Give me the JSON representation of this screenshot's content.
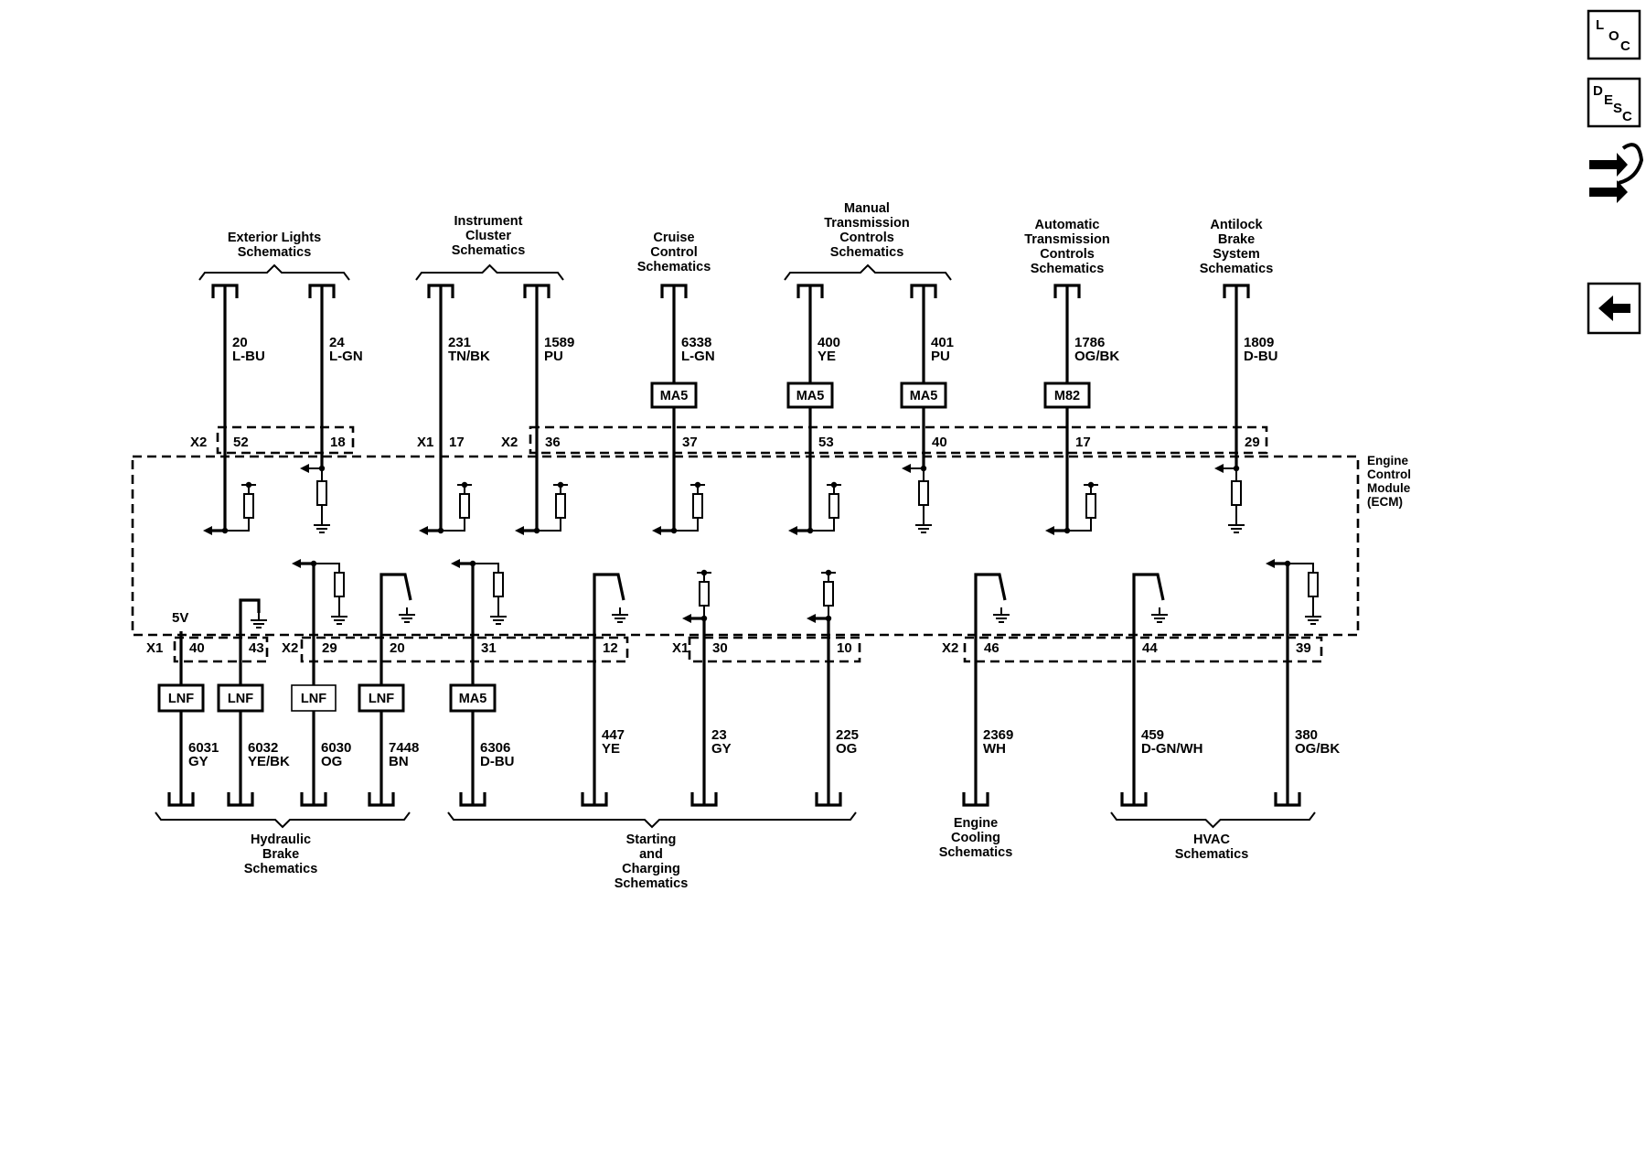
{
  "nav": {
    "loc": [
      "L",
      "O",
      "C"
    ],
    "desc": [
      "D",
      "E",
      "S",
      "C"
    ]
  },
  "module": [
    "Engine",
    "Control",
    "Module",
    "(ECM)"
  ],
  "top_groups": [
    {
      "lines": [
        "Exterior Lights",
        "Schematics"
      ]
    },
    {
      "lines": [
        "Instrument",
        "Cluster",
        "Schematics"
      ]
    },
    {
      "lines": [
        "Cruise",
        "Control",
        "Schematics"
      ]
    },
    {
      "lines": [
        "Manual",
        "Transmission",
        "Controls",
        "Schematics"
      ]
    },
    {
      "lines": [
        "Automatic",
        "Transmission",
        "Controls",
        "Schematics"
      ]
    },
    {
      "lines": [
        "Antilock",
        "Brake",
        "System",
        "Schematics"
      ]
    }
  ],
  "bottom_groups": [
    {
      "lines": [
        "Hydraulic",
        "Brake",
        "Schematics"
      ]
    },
    {
      "lines": [
        "Starting",
        "and",
        "Charging",
        "Schematics"
      ]
    },
    {
      "lines": [
        "Engine",
        "Cooling",
        "Schematics"
      ]
    },
    {
      "lines": [
        "HVAC",
        "Schematics"
      ]
    }
  ],
  "top_wires": [
    {
      "circuit": "20",
      "color": "L-BU",
      "connector": "X2",
      "pin": "52",
      "ground": false
    },
    {
      "circuit": "24",
      "color": "L-GN",
      "pin": "18",
      "ground": true
    },
    {
      "circuit": "231",
      "color": "TN/BK",
      "connector": "X1",
      "pin": "17",
      "ground": false
    },
    {
      "circuit": "1589",
      "color": "PU",
      "connector": "X2",
      "pin": "36",
      "ground": false
    },
    {
      "circuit": "6338",
      "color": "L-GN",
      "pin": "37",
      "box": "MA5",
      "ground": false
    },
    {
      "circuit": "400",
      "color": "YE",
      "pin": "53",
      "box": "MA5",
      "ground": false
    },
    {
      "circuit": "401",
      "color": "PU",
      "pin": "40",
      "box": "MA5",
      "ground": true
    },
    {
      "circuit": "1786",
      "color": "OG/BK",
      "pin": "17",
      "box": "M82",
      "ground": false
    },
    {
      "circuit": "1809",
      "color": "D-BU",
      "pin": "29",
      "ground": true
    }
  ],
  "bottom_wires": [
    {
      "circuit": "6031",
      "color": "GY",
      "connector": "X1",
      "pin": "40",
      "box": "LNF",
      "supply": "5V"
    },
    {
      "circuit": "6032",
      "color": "YE/BK",
      "pin": "43",
      "box": "LNF"
    },
    {
      "circuit": "6030",
      "color": "OG",
      "connector": "X2",
      "pin": "29",
      "box": "LNF"
    },
    {
      "circuit": "7448",
      "color": "BN",
      "pin": "20",
      "box": "LNF"
    },
    {
      "circuit": "6306",
      "color": "D-BU",
      "pin": "31",
      "box": "MA5"
    },
    {
      "circuit": "447",
      "color": "YE",
      "pin": "12"
    },
    {
      "circuit": "23",
      "color": "GY",
      "connector": "X1",
      "pin": "30"
    },
    {
      "circuit": "225",
      "color": "OG",
      "pin": "10"
    },
    {
      "circuit": "2369",
      "color": "WH",
      "connector": "X2",
      "pin": "46"
    },
    {
      "circuit": "459",
      "color": "D-GN/WH",
      "pin": "44"
    },
    {
      "circuit": "380",
      "color": "OG/BK",
      "pin": "39"
    }
  ]
}
